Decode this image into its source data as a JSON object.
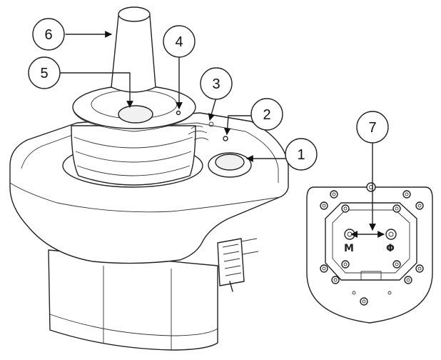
{
  "callouts": [
    {
      "id": "1",
      "label": "1"
    },
    {
      "id": "2",
      "label": "2"
    },
    {
      "id": "3",
      "label": "3"
    },
    {
      "id": "4",
      "label": "4"
    },
    {
      "id": "5",
      "label": "5"
    },
    {
      "id": "6",
      "label": "6"
    },
    {
      "id": "7",
      "label": "7"
    }
  ],
  "underside_labels": {
    "left_mark": "M",
    "right_mark": "Φ"
  },
  "colors": {
    "line": "#222222",
    "background": "#ffffff"
  }
}
